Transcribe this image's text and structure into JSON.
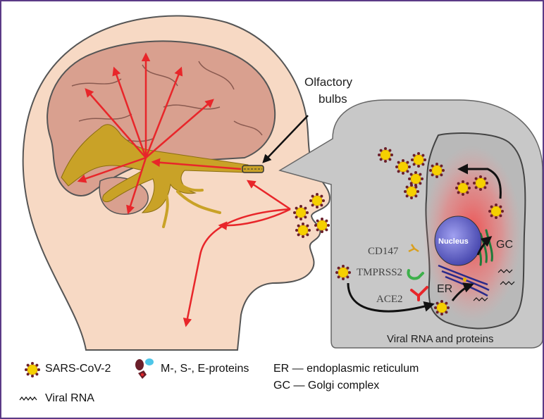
{
  "labels": {
    "olfactory_line1": "Olfactory",
    "olfactory_line2": "bulbs",
    "nucleus": "Nucleus",
    "gc": "GC",
    "er": "ER",
    "cd147": "CD147",
    "tmprss2": "TMPRSS2",
    "ace2": "ACE2",
    "viral_rna_proteins": "Viral RNA and proteins"
  },
  "legend": {
    "sars": "SARS-CoV-2",
    "proteins": "M-, S-, E-proteins",
    "viral_rna": "Viral RNA",
    "er": "ER — endoplasmic reticulum",
    "gc": "GC — Golgi complex"
  },
  "colors": {
    "frame": "#5b3a86",
    "skin": "#f7d9c4",
    "brain": "#d9a08f",
    "nerve": "#c9a227",
    "arrow_red": "#e8262a",
    "cell_gray": "#c8c8c8",
    "nucleus": "#6a6ac8",
    "virus_core": "#f5d000",
    "virus_spike": "#6b1f2a"
  }
}
